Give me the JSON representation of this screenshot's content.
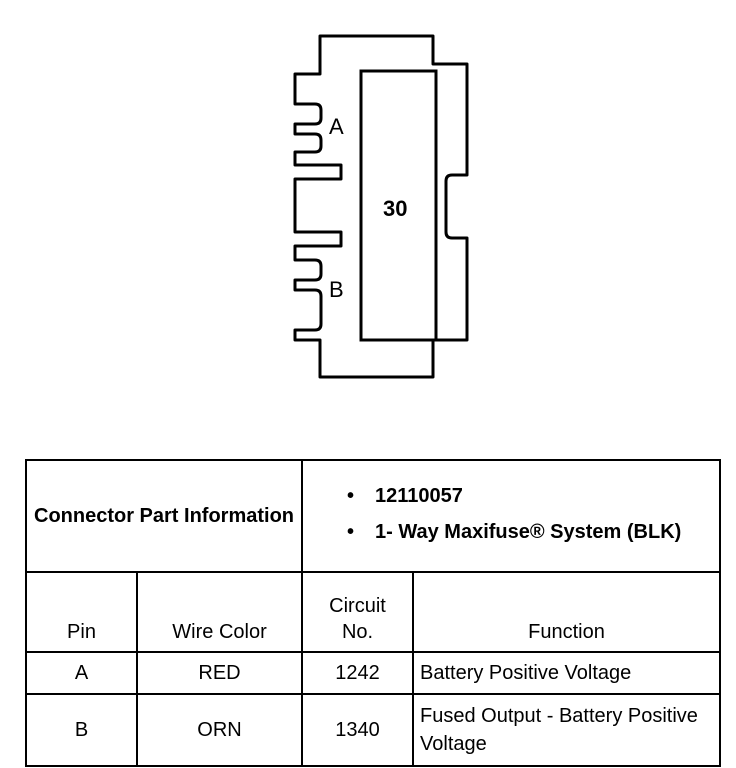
{
  "diagram": {
    "pin_labels": [
      "A",
      "B"
    ],
    "cavity_number": "30"
  },
  "connector_part_information": {
    "label": "Connector Part Information",
    "items": [
      "12110057",
      "1- Way Maxifuse® System (BLK)"
    ]
  },
  "table": {
    "headers": {
      "pin": "Pin",
      "wire_color": "Wire Color",
      "circuit_no": "Circuit No.",
      "function": "Function"
    },
    "rows": [
      {
        "pin": "A",
        "wire_color": "RED",
        "circuit_no": "1242",
        "function": "Battery Positive Voltage"
      },
      {
        "pin": "B",
        "wire_color": "ORN",
        "circuit_no": "1340",
        "function": "Fused Output - Battery Positive Voltage"
      }
    ]
  }
}
